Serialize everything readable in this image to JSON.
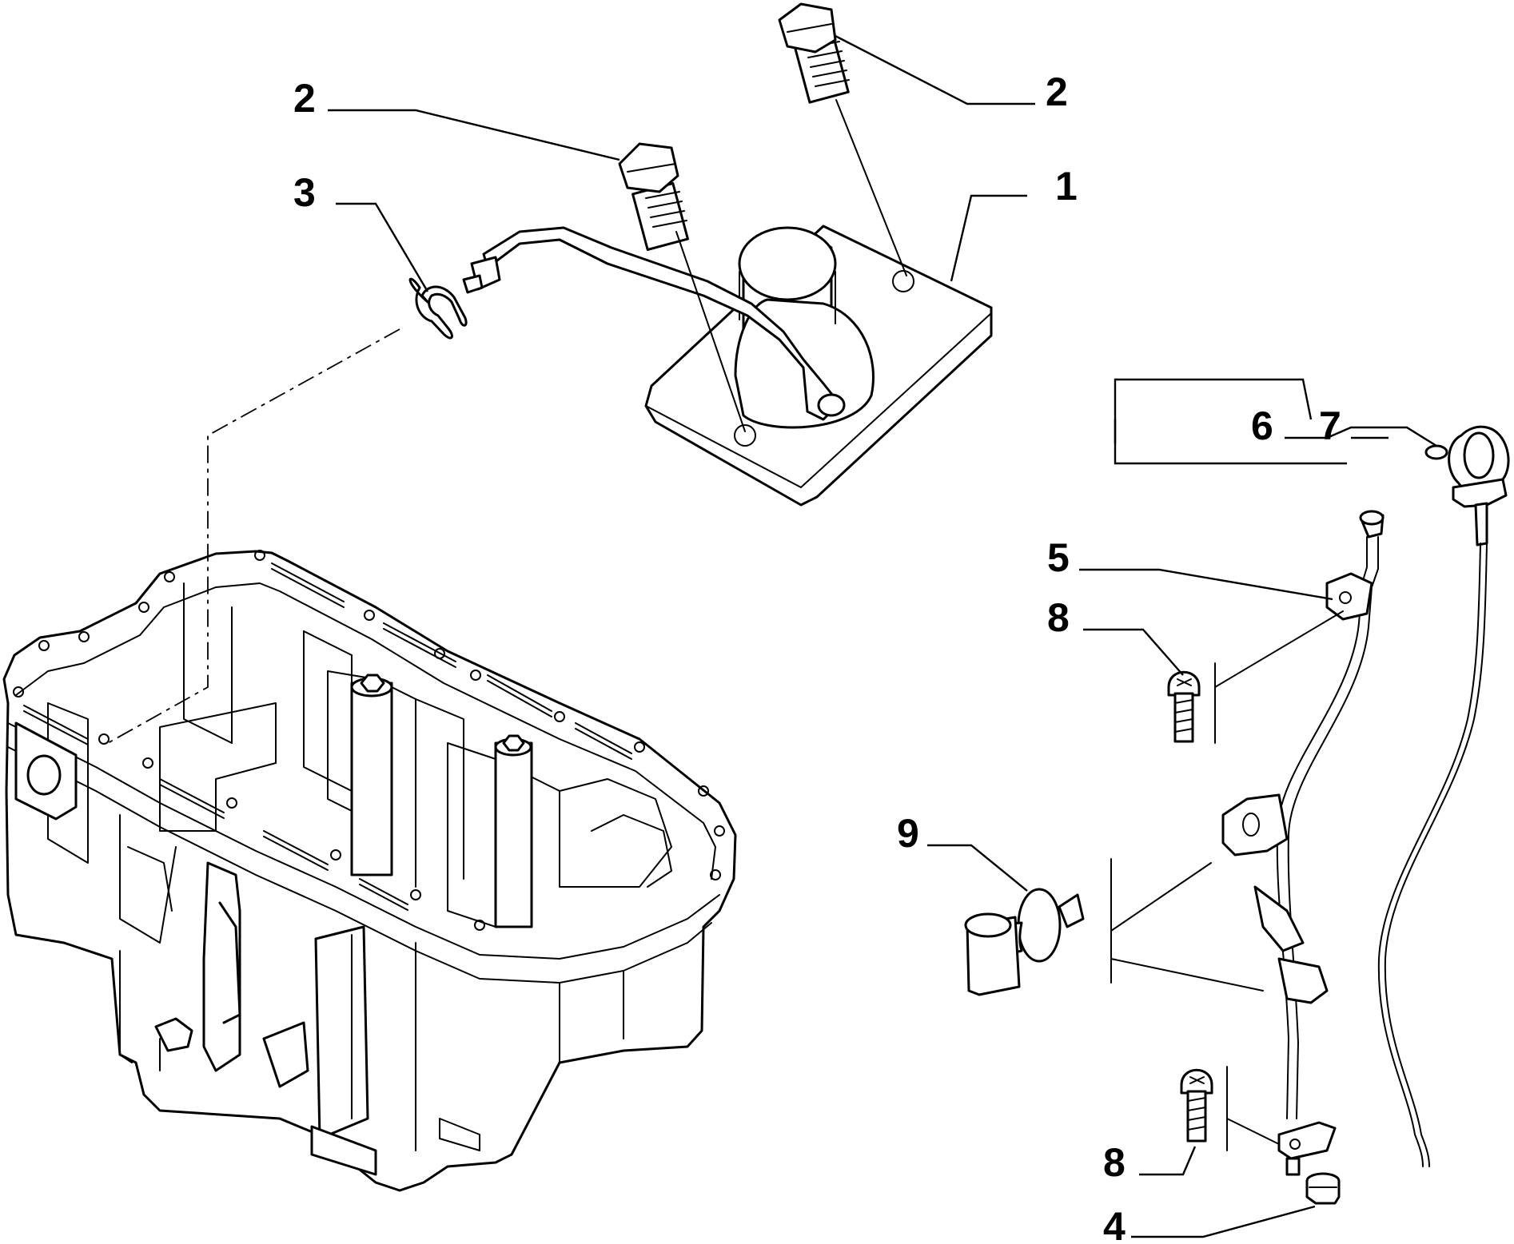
{
  "callouts": [
    {
      "id": "c1",
      "label": "1"
    },
    {
      "id": "c2a",
      "label": "2"
    },
    {
      "id": "c2b",
      "label": "2"
    },
    {
      "id": "c3",
      "label": "3"
    },
    {
      "id": "c4",
      "label": "4"
    },
    {
      "id": "c5",
      "label": "5"
    },
    {
      "id": "c6",
      "label": "6"
    },
    {
      "id": "c7",
      "label": "7"
    },
    {
      "id": "c8a",
      "label": "8"
    },
    {
      "id": "c8b",
      "label": "8"
    },
    {
      "id": "c9",
      "label": "9"
    }
  ],
  "colors": {
    "line": "#000000",
    "background": "#ffffff"
  }
}
